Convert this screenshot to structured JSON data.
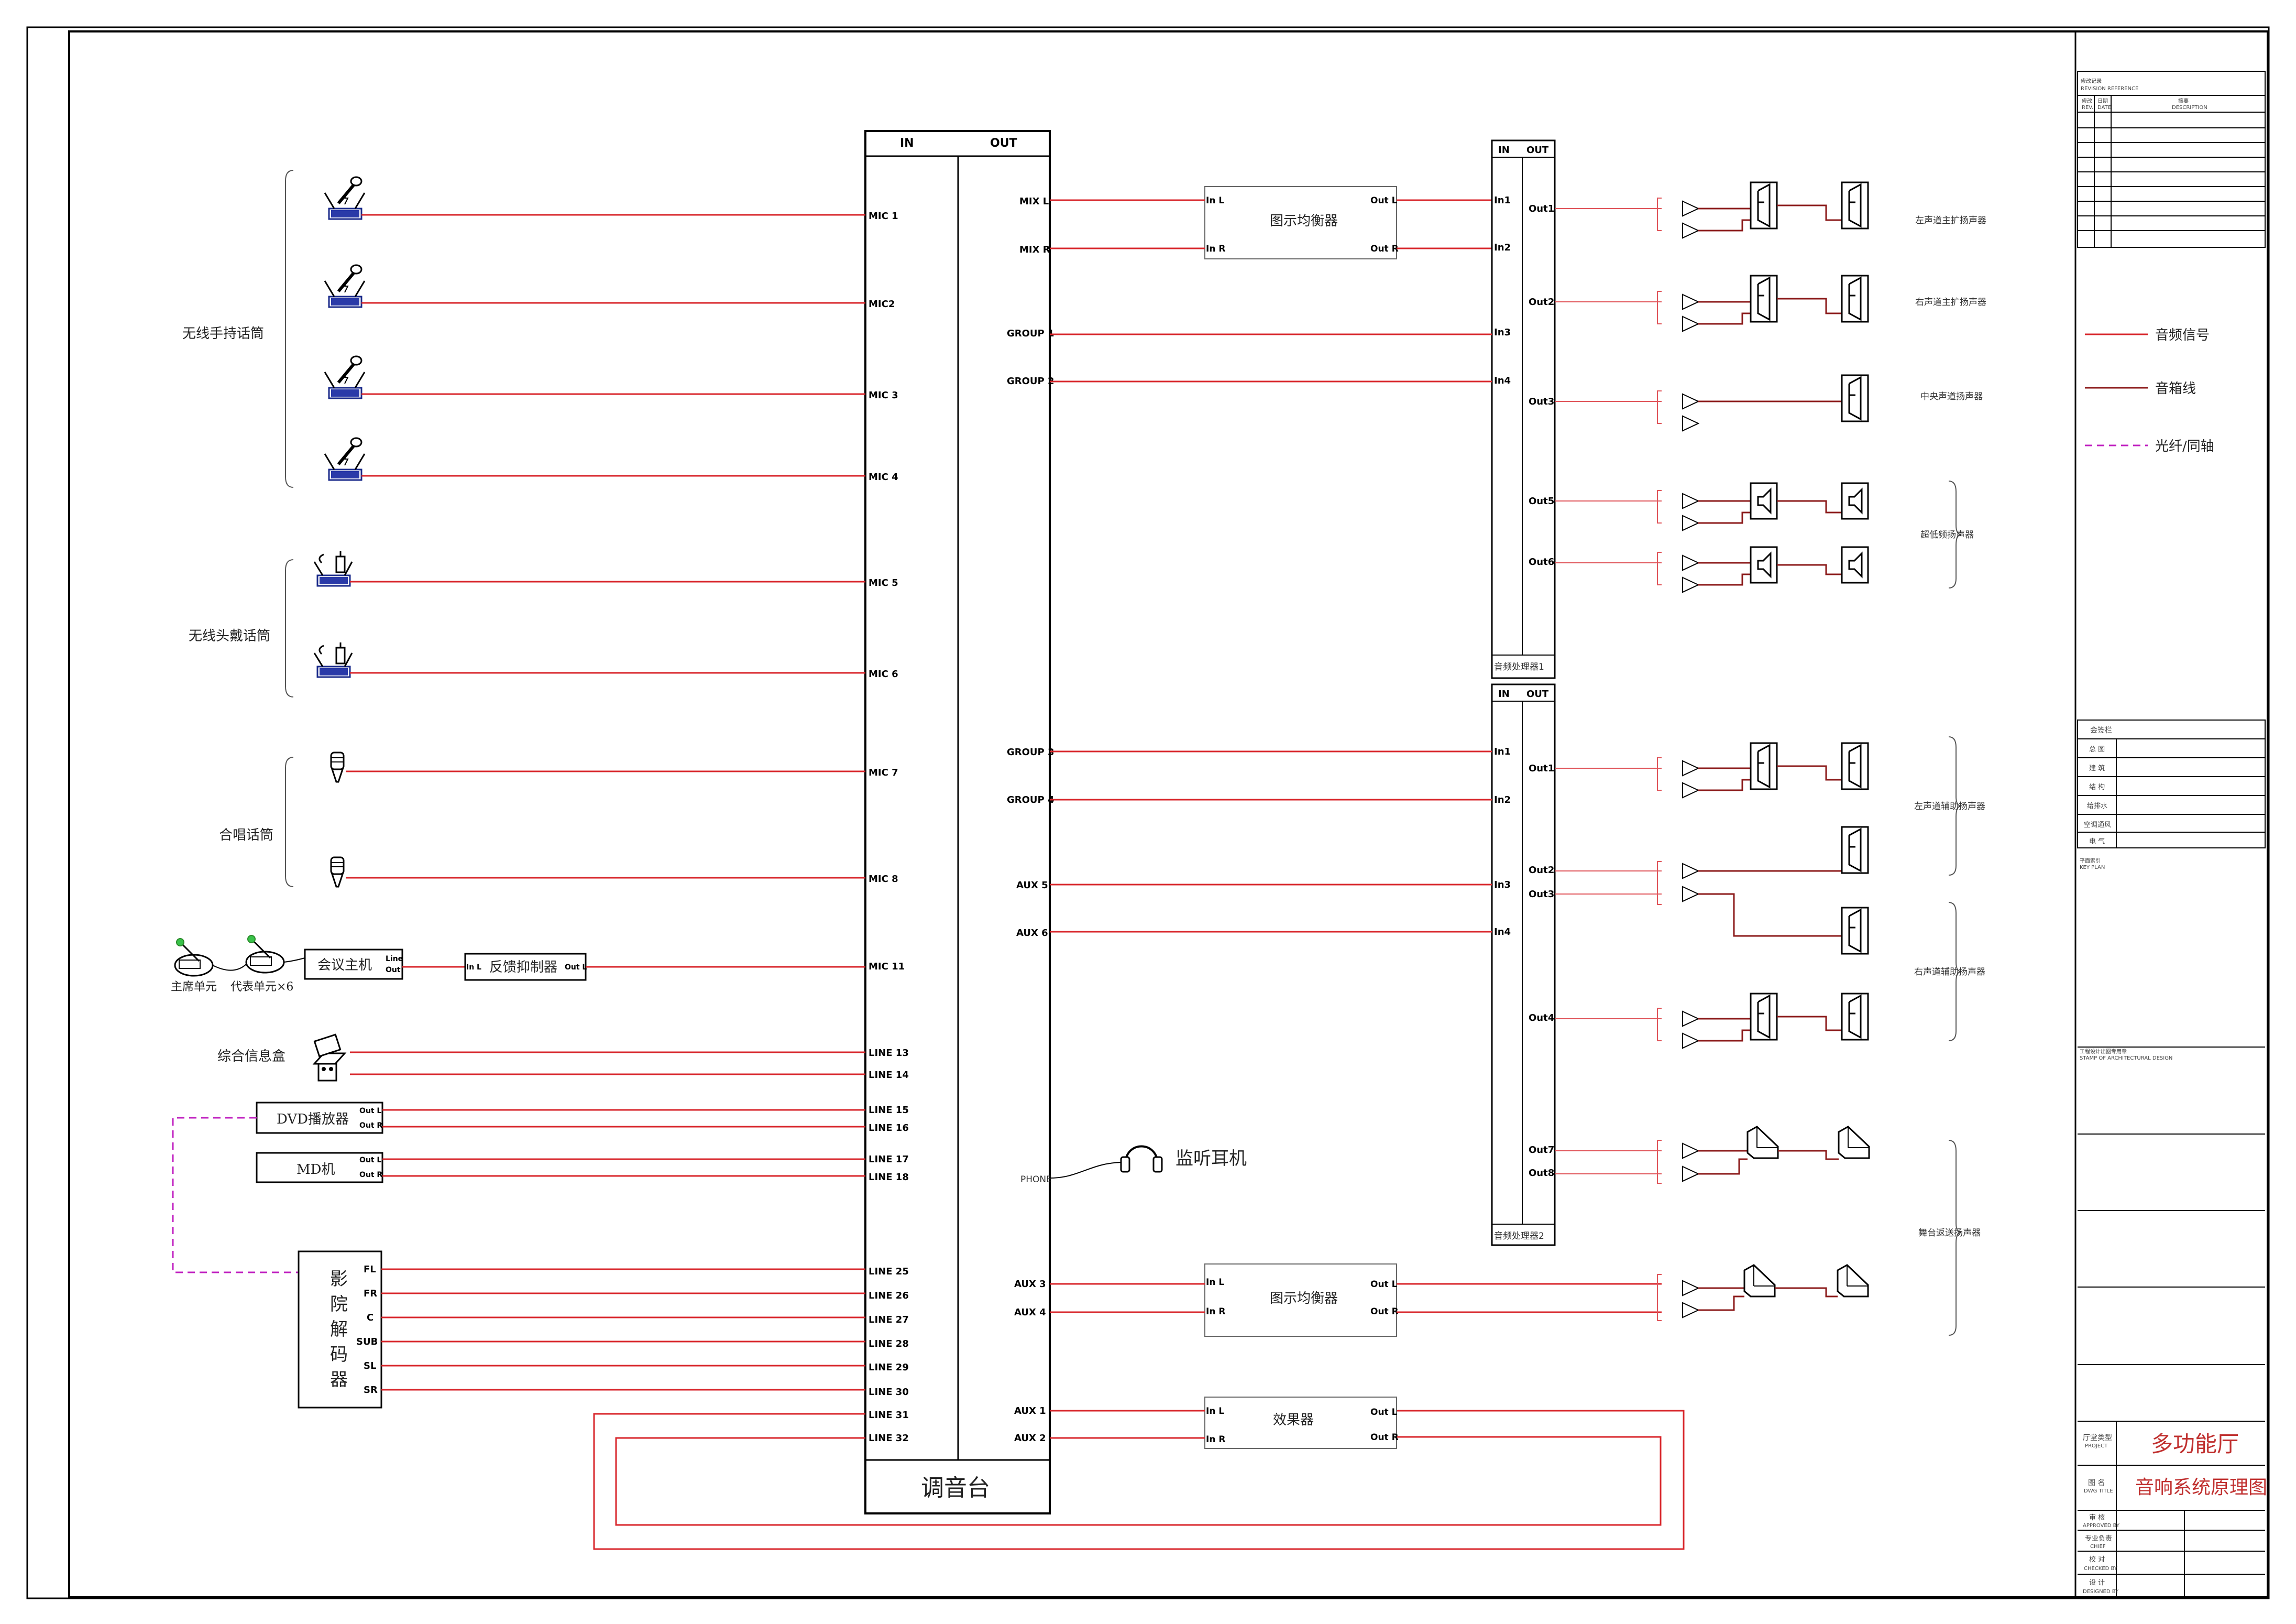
{
  "mixer": {
    "title": "调音台",
    "in_label": "IN",
    "out_label": "OUT",
    "inputs": [
      "MIC 1",
      "MIC2",
      "MIC 3",
      "MIC 4",
      "MIC 5",
      "MIC 6",
      "MIC 7",
      "MIC 8",
      "MIC 11",
      "LINE 13",
      "LINE 14",
      "LINE 15",
      "LINE 16",
      "LINE 17",
      "LINE 18",
      "LINE 25",
      "LINE 26",
      "LINE 27",
      "LINE 28",
      "LINE 29",
      "LINE 30",
      "LINE 31",
      "LINE 32"
    ],
    "outputs": [
      "MIX L",
      "MIX R",
      "GROUP 1",
      "GROUP 2",
      "GROUP 3",
      "GROUP 4",
      "AUX 5",
      "AUX 6",
      "PHONE",
      "AUX 3",
      "AUX 4",
      "AUX 1",
      "AUX 2"
    ]
  },
  "sources": {
    "wireless_handheld": "无线手持话筒",
    "wireless_headset": "无线头戴话筒",
    "choir_mic": "合唱话筒",
    "chairman_unit": "主席单元",
    "delegate_unit": "代表单元×6",
    "conference_host": "会议主机",
    "host_line": "Line",
    "host_out": "Out",
    "feedback_suppressor": "反馈抑制器",
    "fs_in": "In L",
    "fs_out": "Out L",
    "info_box": "综合信息盒",
    "dvd": "DVD播放器",
    "md": "MD机",
    "out_l": "Out L",
    "out_r": "Out R",
    "decoder": [
      "影",
      "院",
      "解",
      "码",
      "器"
    ],
    "decoder_ports": [
      "FL",
      "FR",
      "C",
      "SUB",
      "SL",
      "SR"
    ]
  },
  "processors": {
    "eq1": "图示均衡器",
    "eq2": "图示均衡器",
    "fx": "效果器",
    "in_l": "In L",
    "in_r": "In R",
    "out_l": "Out L",
    "out_r": "Out R",
    "ap1": "音频处理器1",
    "ap2": "音频处理器2",
    "ap_in": "IN",
    "ap_out": "OUT",
    "ap1_in": [
      "In1",
      "In2",
      "In3",
      "In4"
    ],
    "ap1_out": [
      "Out1",
      "Out2",
      "Out3",
      "Out5",
      "Out6"
    ],
    "ap2_in": [
      "In1",
      "In2",
      "In3",
      "In4"
    ],
    "ap2_out": [
      "Out1",
      "Out2",
      "Out3",
      "Out4",
      "Out7",
      "Out8"
    ],
    "headphone": "监听耳机"
  },
  "speakers": {
    "left_main": "左声道主扩扬声器",
    "right_main": "右声道主扩扬声器",
    "center": "中央声道扬声器",
    "subwoofer": "超低频扬声器",
    "left_aux": "左声道辅助扬声器",
    "right_aux": "右声道辅助扬声器",
    "stage_monitor": "舞台返送扬声器"
  },
  "legend": {
    "audio_signal": "音频信号",
    "speaker_cable": "音箱线",
    "fiber_coax": "光纤/同轴"
  },
  "titleblock": {
    "revision_cn": "修改记录",
    "revision_en": "REVISION REFERENCE",
    "col_rev": "修改",
    "col_date": "日期",
    "col_desc": "摘要",
    "col_desc_en": "DESCRIPTION",
    "col_rev_en": "REV.",
    "col_date_en": "DATE",
    "signoff": "会签栏",
    "disciplines": [
      "总 图",
      "建 筑",
      "结 构",
      "给排水",
      "空调通风",
      "电 气"
    ],
    "keyplan_cn": "平面索引",
    "keyplan_en": "KEY PLAN",
    "stamp_cn": "工程设计出图专用章",
    "stamp_en": "STAMP OF ARCHITECTURAL DESIGN",
    "project_cn": "厅堂类型",
    "project_en": "PROJECT",
    "project_name": "多功能厅",
    "drawing_cn": "图 名",
    "drawing_en": "DWG TITLE",
    "drawing_name": "音响系统原理图",
    "approved_cn": "审 核",
    "approved_en": "APPROVED BY",
    "chief_cn": "专业负责",
    "chief_en": "CHIEF",
    "checked_cn": "校 对",
    "checked_en": "CHECKED BY",
    "designed_cn": "设 计",
    "designed_en": "DESIGNED BY"
  },
  "colors": {
    "audio_signal": "#d8262b",
    "speaker_cable": "#8b1a1a",
    "fiber_coax": "#c020c0",
    "title_red": "#c0302f"
  }
}
